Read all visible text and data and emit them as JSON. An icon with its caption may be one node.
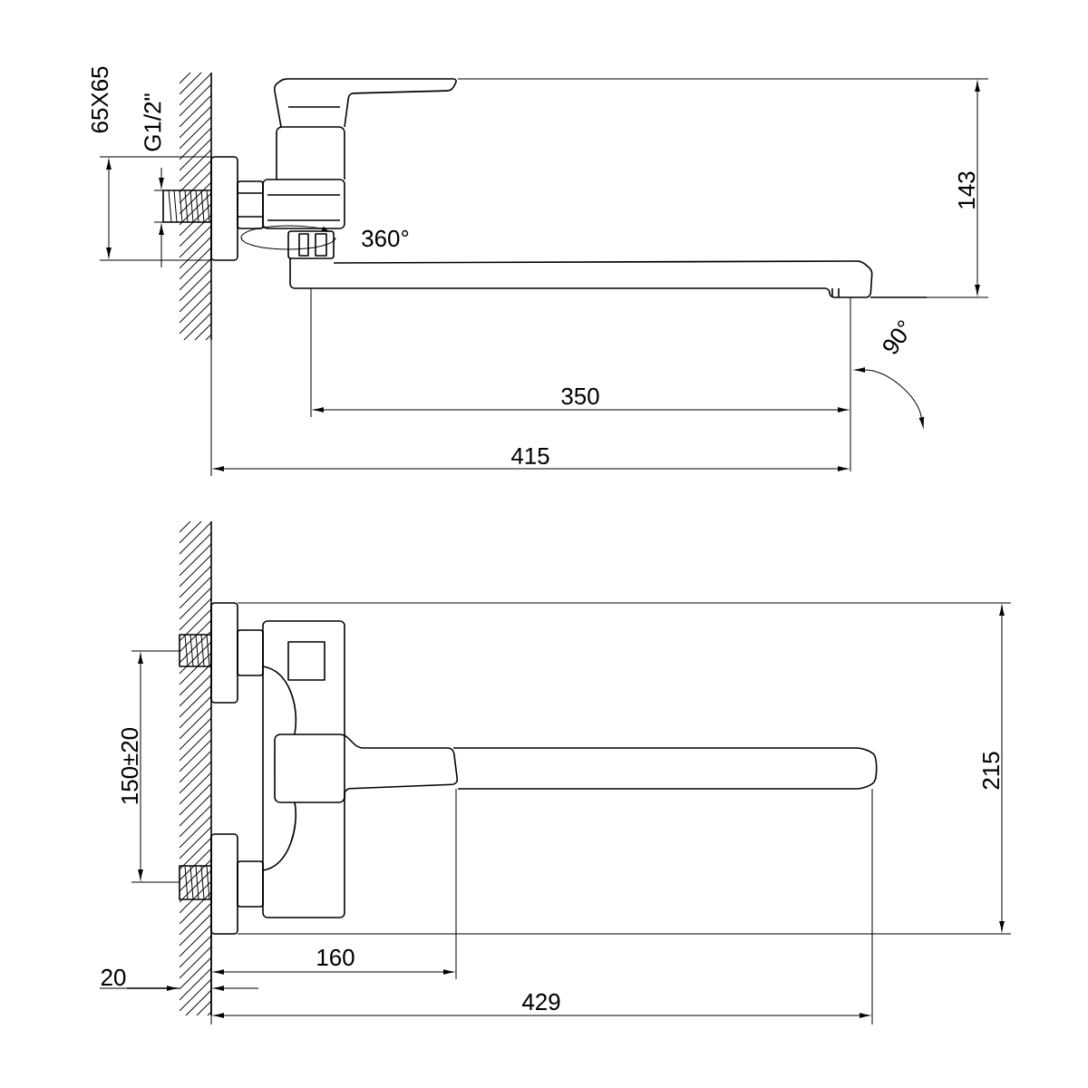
{
  "diagram": {
    "labels": [
      "65X65",
      "G1/2\"",
      "360°",
      "143",
      "90°",
      "350",
      "415",
      "150±20",
      "215",
      "160",
      "20",
      "429"
    ]
  }
}
